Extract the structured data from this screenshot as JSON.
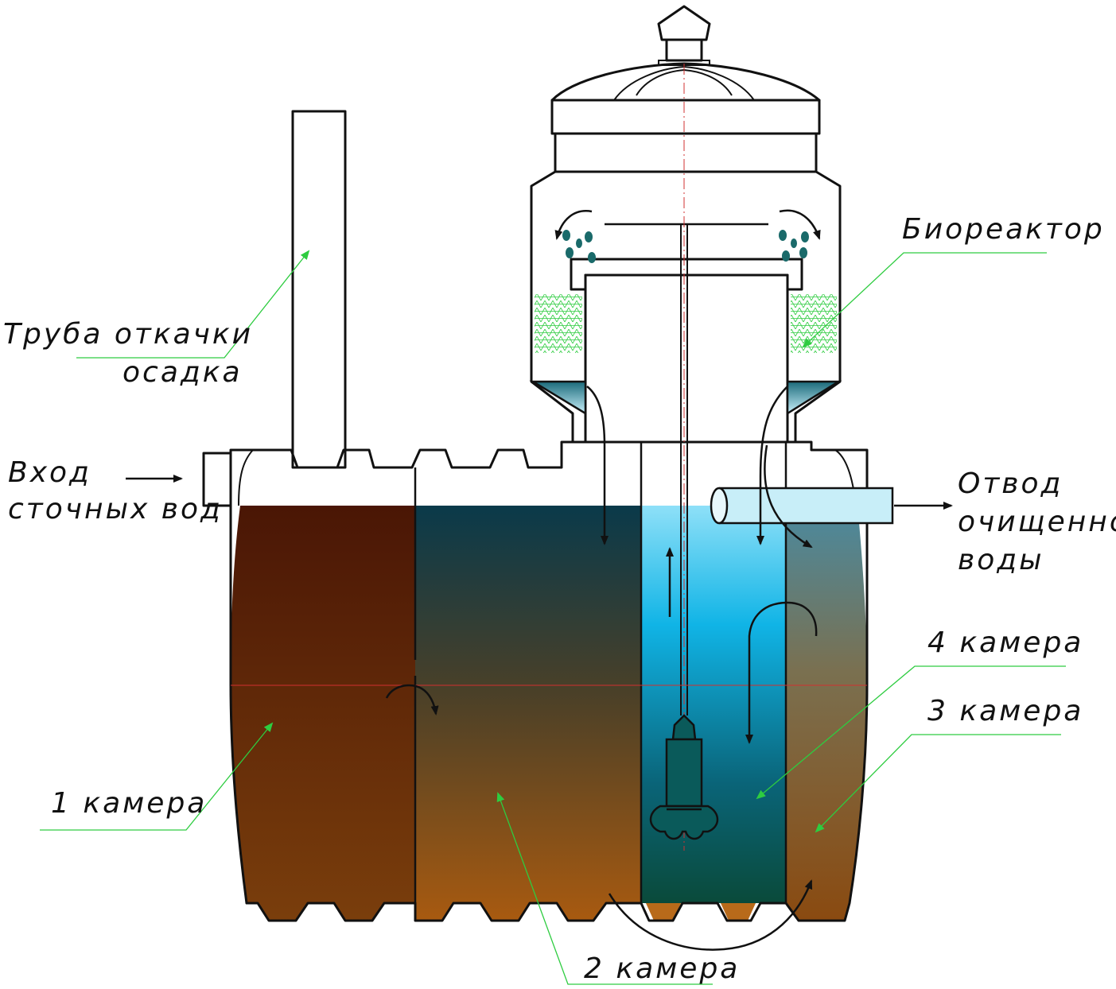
{
  "labels": {
    "sludge_pipe_line1": "Труба откачки",
    "sludge_pipe_line2": "осадка",
    "inlet_line1": "Вход",
    "inlet_line2": "сточных вод",
    "bioreactor": "Биореактор",
    "outlet_line1": "Отвод",
    "outlet_line2": "очищенной",
    "outlet_line3": "воды",
    "chamber_4": "4 камера",
    "chamber_3": "3 камера",
    "chamber_1": "1 камера",
    "chamber_2": "2 камера"
  },
  "colors": {
    "chamber1_top": "#4a1a05",
    "chamber1_bottom": "#7a3e0c",
    "chamber2_top": "#0a3a4a",
    "chamber2_bottom": "#a85a10",
    "chamber4_top": "#7dd8f5",
    "chamber4_bottom": "#0a4a40",
    "chamber3_top": "#4a8aa0",
    "chamber3_bottom": "#8a4a10",
    "outlet_pipe": "#c8eef8",
    "leader_lines": "#2ecc40",
    "biofilter_mesh": "#2ecc40",
    "center_line": "#d03030"
  }
}
